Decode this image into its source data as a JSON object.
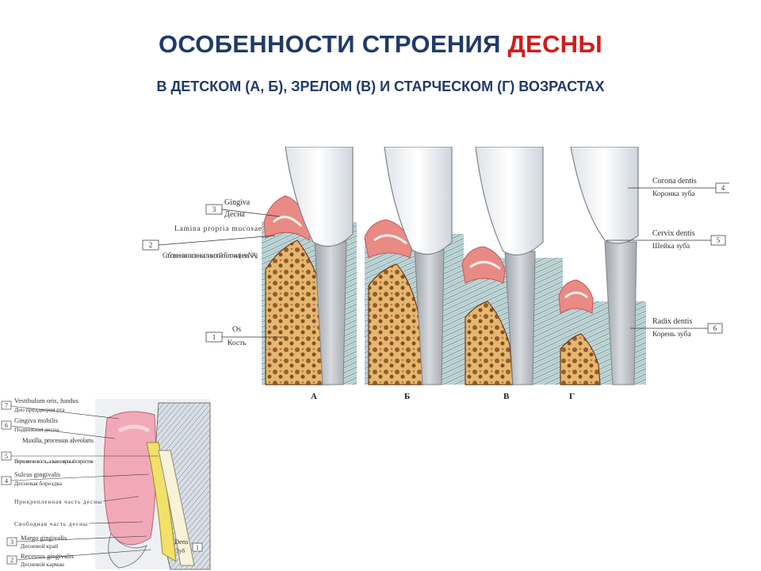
{
  "title": {
    "main": "ОСОБЕННОСТИ СТРОЕНИЯ",
    "accent": "ДЕСНЫ"
  },
  "subtitle": "В ДЕТСКОМ (А, Б), ЗРЕЛОМ (В) И СТАРЧЕСКОМ (Г) ВОЗРАСТАХ",
  "figure1": {
    "panel_letters": [
      "А",
      "Б",
      "В",
      "Г"
    ],
    "left_labels": [
      {
        "num": "3",
        "latin": "Gingiva",
        "ru": "Десна"
      },
      {
        "num": "2",
        "latin": "Lamina propria mucosae",
        "ru": "Собственная пластинка слизистой оболочки (нет в NA)"
      },
      {
        "num": "1",
        "latin": "Os",
        "ru": "Кость"
      }
    ],
    "right_labels": [
      {
        "num": "4",
        "latin": "Corona dentis",
        "ru": "Коронка зуба"
      },
      {
        "num": "5",
        "latin": "Cervix dentis",
        "ru": "Шейка зуба"
      },
      {
        "num": "6",
        "latin": "Radix dentis",
        "ru": "Корень зуба"
      }
    ]
  },
  "figure2": {
    "labels": [
      {
        "num": "7",
        "latin": "Vestibulum oris, fundus",
        "ru": "Дно преддверия рта"
      },
      {
        "num": "6",
        "latin": "Gingiva mobilis",
        "ru": "Подвижная десна"
      },
      {
        "num": "",
        "latin": "Maxilla, processus alveolaris",
        "ru": ""
      },
      {
        "num": "5",
        "latin": "",
        "ru": "Верхняя челюсть, альвеолярный отросток"
      },
      {
        "num": "4",
        "latin": "Sulcus gingivalis",
        "ru": "Десневая бороздка"
      },
      {
        "num": "",
        "latin": "",
        "ru": "Прикрепленная часть десны"
      },
      {
        "num": "",
        "latin": "",
        "ru": "Свободная часть десны"
      },
      {
        "num": "3",
        "latin": "Margo gingivalis",
        "ru": "Десневой край"
      },
      {
        "num": "2",
        "latin": "Recessus gingivalis",
        "ru": "Десневой карман"
      }
    ],
    "dens": {
      "num": "1",
      "latin": "Dens",
      "ru": "Зуб"
    }
  }
}
